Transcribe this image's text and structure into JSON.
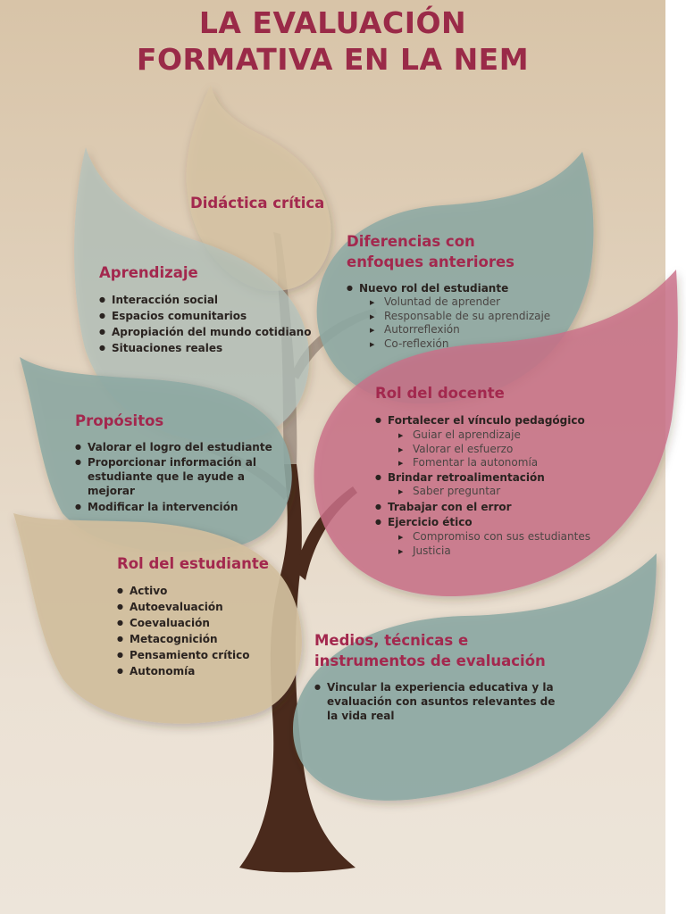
{
  "title": {
    "line1": "LA EVALUACIÓN",
    "line2": "FORMATIVA EN LA NEM"
  },
  "didactica": {
    "heading": "Didáctica crítica"
  },
  "aprendizaje": {
    "heading": "Aprendizaje",
    "items": [
      "Interacción social",
      "Espacios comunitarios",
      "Apropiación del mundo cotidiano",
      "Situaciones reales"
    ]
  },
  "diferencias": {
    "heading_line1": "Diferencias con",
    "heading_line2": "enfoques anteriores",
    "item": "Nuevo rol del estudiante",
    "subitems": [
      "Voluntad de aprender",
      "Responsable de su aprendizaje",
      "Autorreflexión",
      "Co-reflexión"
    ]
  },
  "propositos": {
    "heading": "Propósitos",
    "items": [
      "Valorar el logro del estudiante",
      "Proporcionar información al estudiante que le ayude a mejorar",
      "Modificar la intervención"
    ]
  },
  "rol_docente": {
    "heading": "Rol del docente",
    "item1": "Fortalecer el vínculo pedagógico",
    "item1_sub": [
      "Guiar el aprendizaje",
      "Valorar el esfuerzo",
      "Fomentar la autonomía"
    ],
    "item2": "Brindar retroalimentación",
    "item2_sub": [
      "Saber preguntar"
    ],
    "item3": "Trabajar con el error",
    "item4": "Ejercicio ético",
    "item4_sub": [
      "Compromiso con sus estudiantes",
      "Justicia"
    ]
  },
  "rol_estudiante": {
    "heading": "Rol del estudiante",
    "items": [
      "Activo",
      "Autoevaluación",
      "Coevaluación",
      "Metacognición",
      "Pensamiento crítico",
      "Autonomía"
    ]
  },
  "medios": {
    "heading_line1": "Medios, técnicas e",
    "heading_line2": "instrumentos de evaluación",
    "item": "Vincular la experiencia educativa y la evaluación con asuntos relevantes de la vida real"
  },
  "colors": {
    "title": "#9a2a48",
    "heading": "#a3284e",
    "leaf_teal": "#8aa8a2",
    "leaf_rose": "#c77489",
    "leaf_tan": "#cdb592",
    "trunk": "#4a2a1c"
  }
}
